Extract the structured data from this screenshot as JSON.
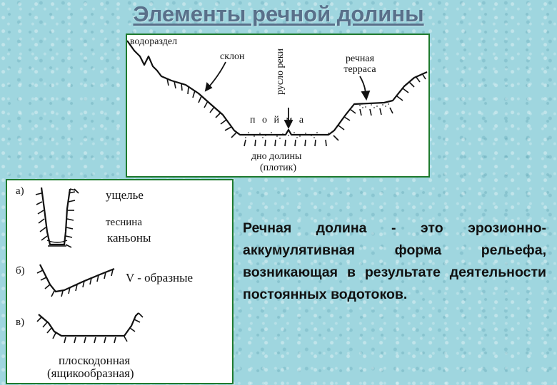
{
  "title": "Элементы речной долины",
  "valley_diagram": {
    "watershed": "водораздел",
    "slope": "склон",
    "riverbed": "русло реки",
    "terrace": "речная терраса",
    "floodplain": "п о й м а",
    "valley_floor_1": "дно долины",
    "valley_floor_2": "(плотик)"
  },
  "valley_types": {
    "a_marker": "а)",
    "a_line1": "ущелье",
    "a_line2": "теснина",
    "a_line3": "каньоны",
    "b_marker": "б)",
    "b_label": "V - образные",
    "c_marker": "в)",
    "c_label1": "плоскодонная",
    "c_label2": "(ящикообразная)"
  },
  "definition": "Речная долина - это эрозионно-аккумулятивная форма рельефа, возникающая в результате деятельности постоянных водотоков."
}
